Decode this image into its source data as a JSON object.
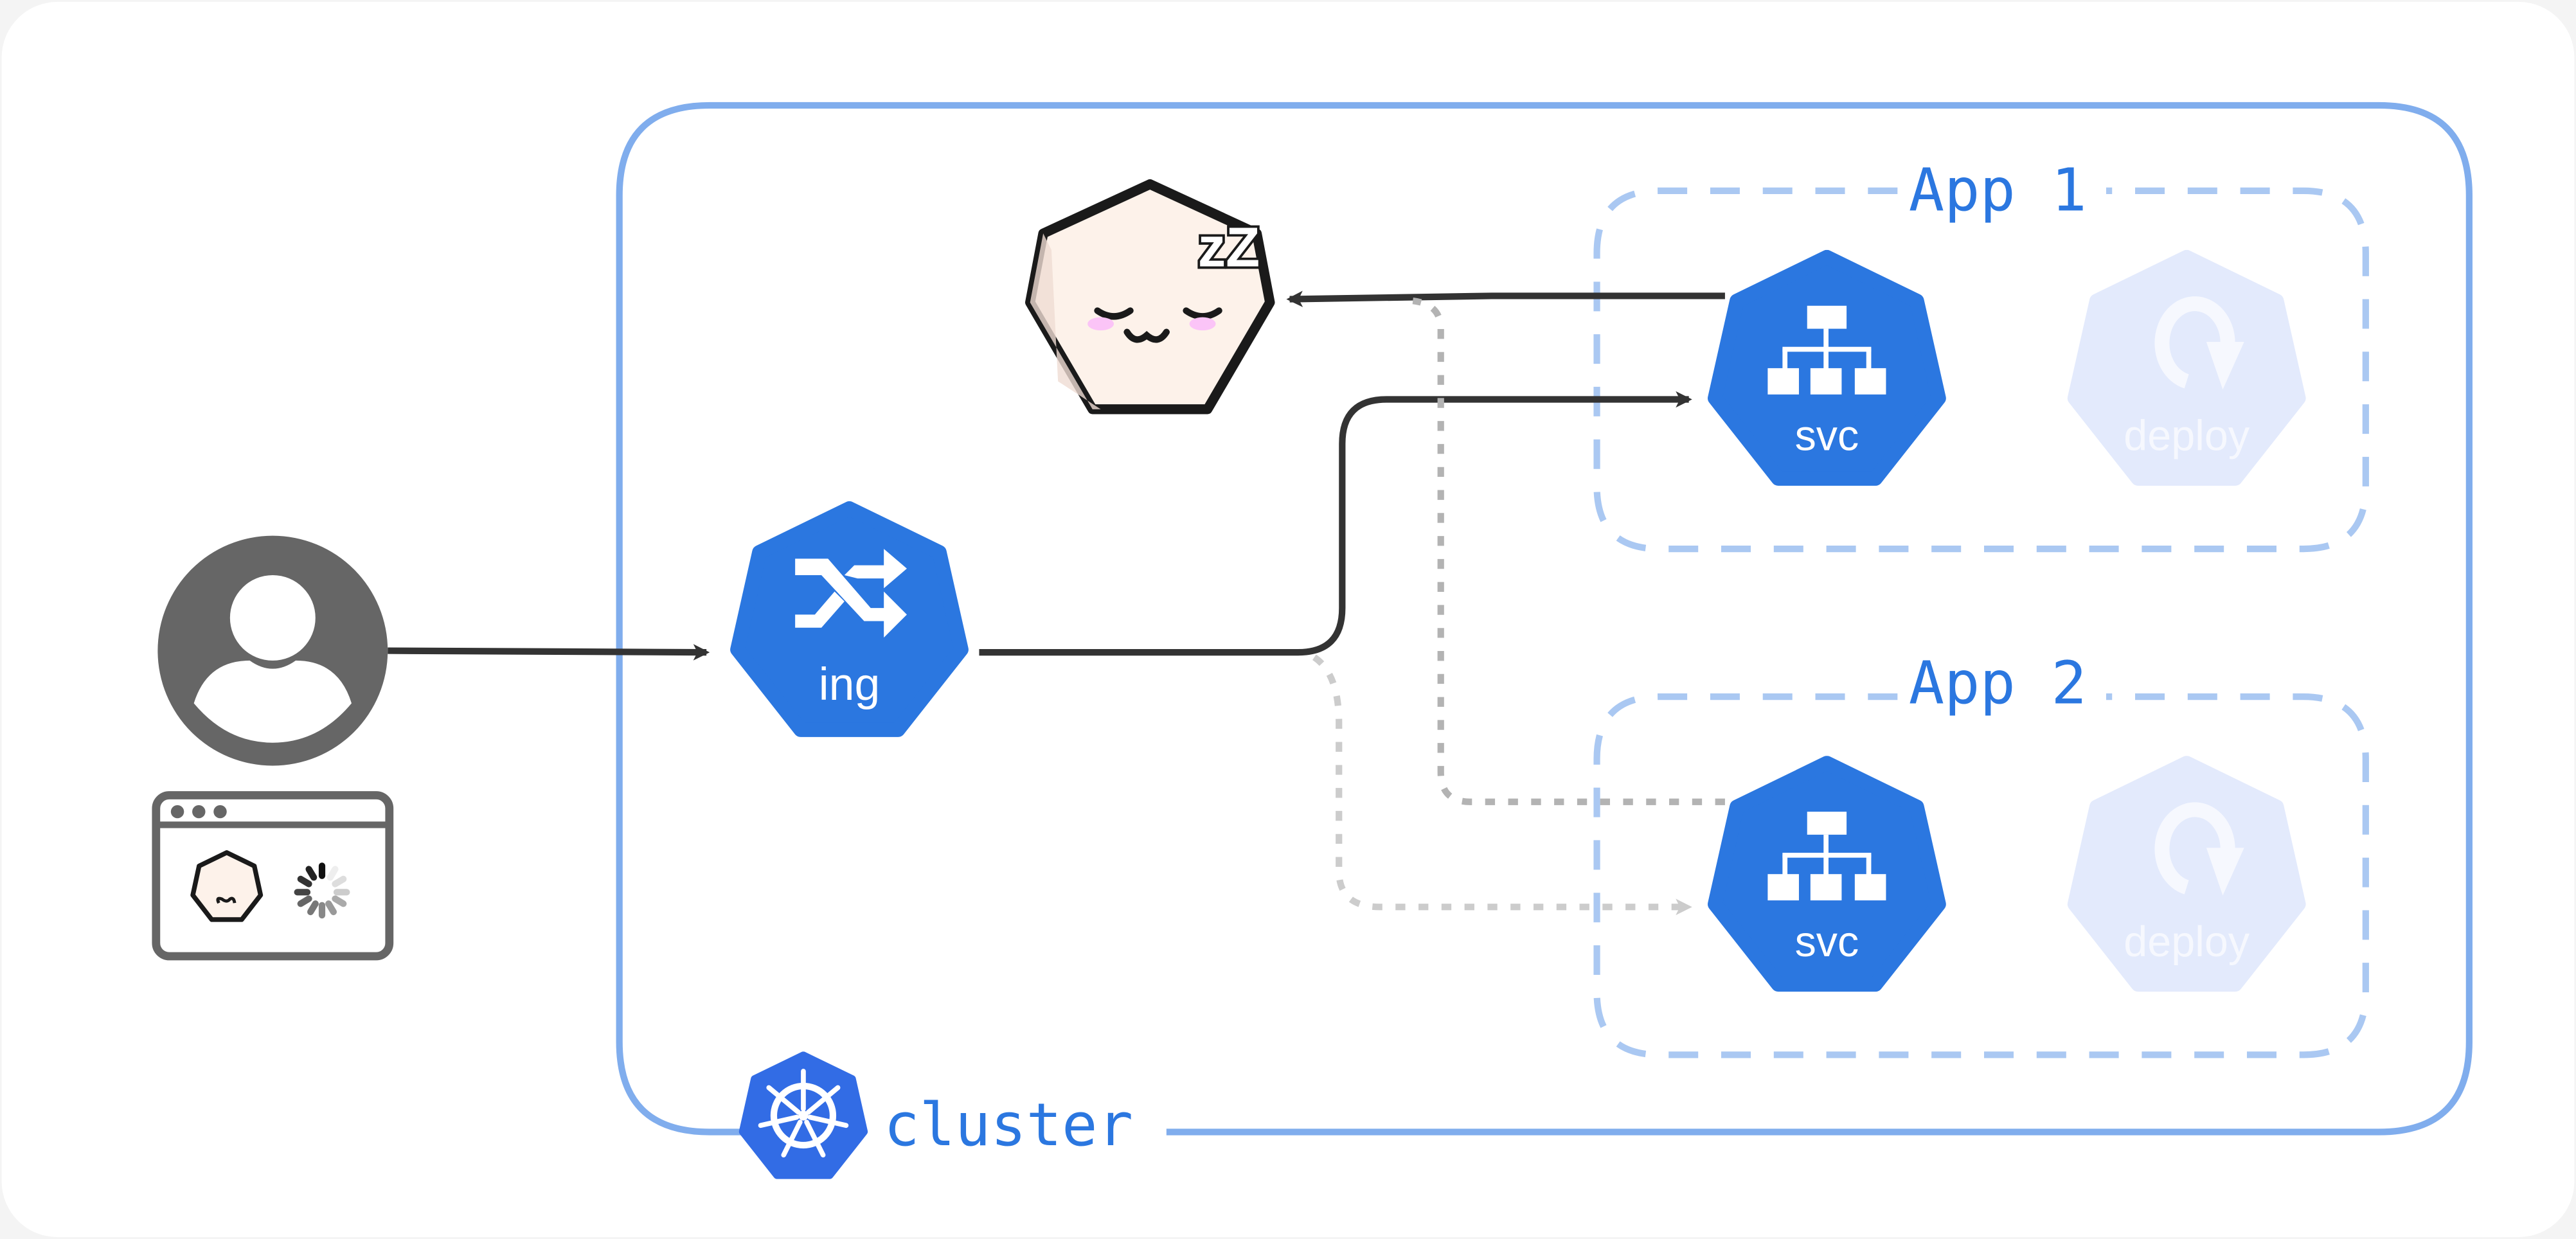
{
  "diagram": {
    "title": "Kubernetes cluster scale-to-zero request flow",
    "cluster": {
      "label": "cluster",
      "icon": "kubernetes-icon"
    },
    "user": {
      "icon": "user-icon",
      "browser_icon": "browser-window-icon",
      "browser_state": "loading"
    },
    "sleeping_mascot": {
      "icon": "sleeping-mascot-icon",
      "zz_text": "zZ"
    },
    "ingress": {
      "label": "ing",
      "icon": "ingress-shuffle-icon"
    },
    "apps": [
      {
        "label": "App 1",
        "service_label": "svc",
        "deploy_label": "deploy",
        "deploy_state": "scaled-to-zero"
      },
      {
        "label": "App 2",
        "service_label": "svc",
        "deploy_label": "deploy",
        "deploy_state": "scaled-to-zero"
      }
    ],
    "edges": [
      {
        "from": "user",
        "to": "ingress",
        "style": "solid"
      },
      {
        "from": "ingress",
        "to": "App 1 svc",
        "style": "solid"
      },
      {
        "from": "App 1 svc",
        "to": "sleeping-mascot",
        "style": "solid"
      },
      {
        "from": "ingress",
        "to": "App 2 svc",
        "style": "dotted-light"
      },
      {
        "from": "App 2 svc",
        "to": "sleeping-mascot",
        "style": "dotted-dark"
      }
    ],
    "colors": {
      "k8s_blue": "#2b77e0",
      "cluster_border": "#80aded",
      "app_border": "#aac8f2",
      "label_blue": "#2b77e0",
      "deploy_fill": "#e3eafc",
      "edge_dark": "#333333",
      "edge_dotted_dark": "#b3b3b3",
      "edge_dotted_light": "#cccccc",
      "user_gray": "#666666"
    }
  }
}
